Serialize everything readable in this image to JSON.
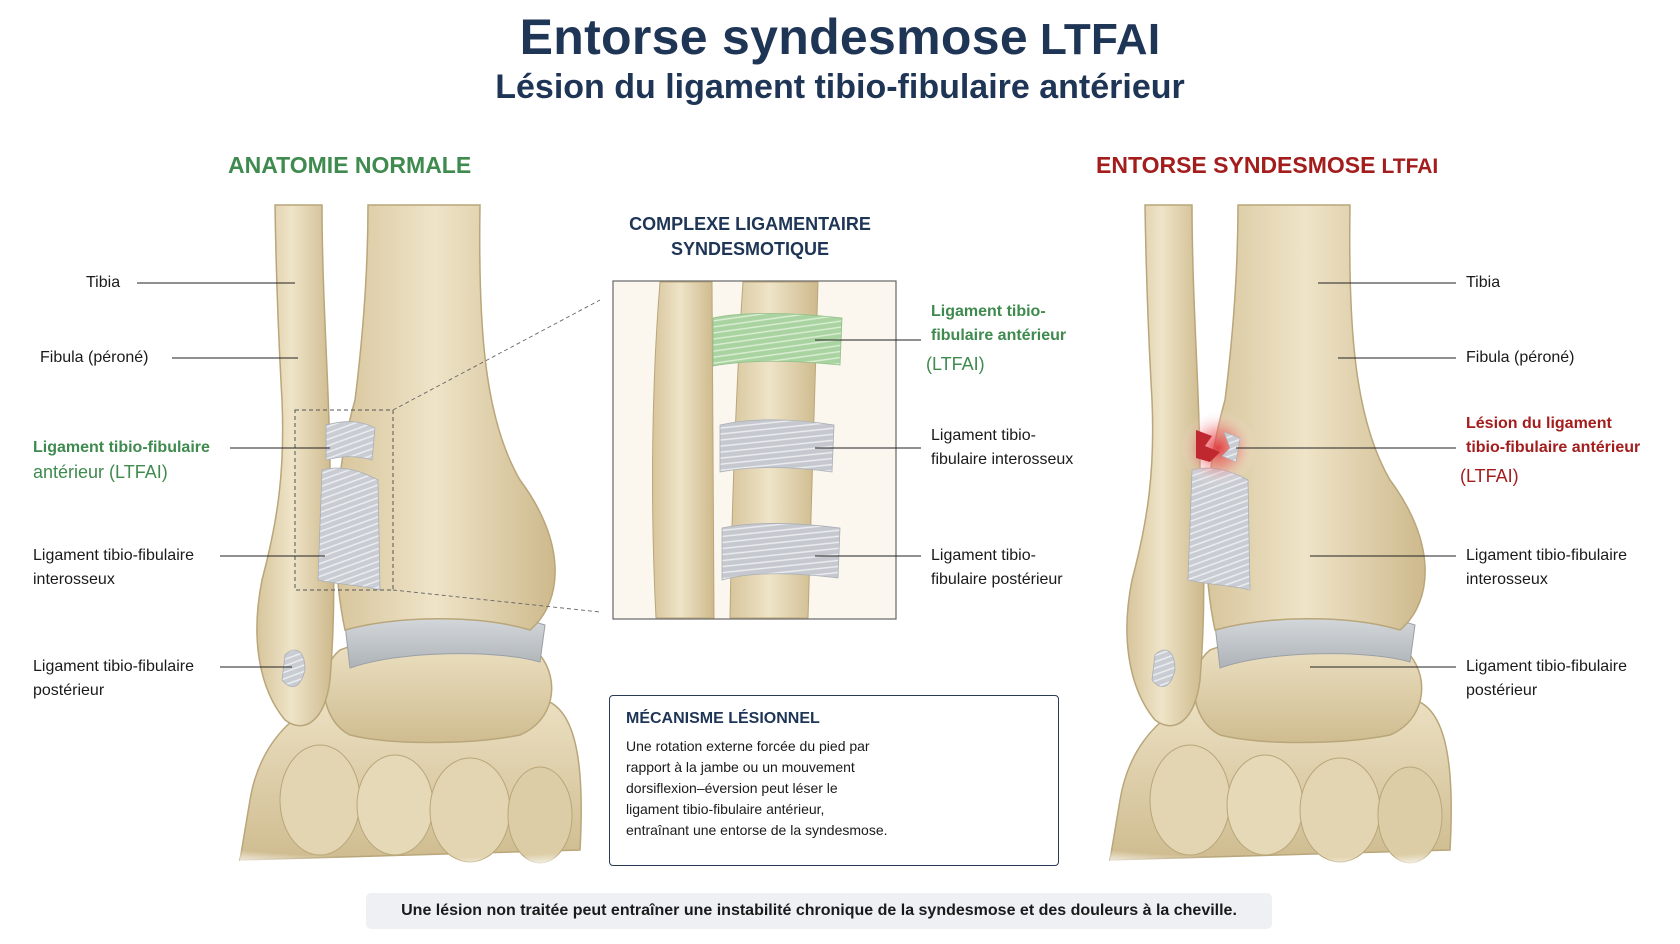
{
  "header": {
    "title": "Entorse syndesmose",
    "title_tag": "LTFAI",
    "subtitle": "Lésion du ligament tibio-fibulaire antérieur"
  },
  "left_panel": {
    "title": "ANATOMIE NORMALE",
    "labels": {
      "tibia": "Tibia",
      "fibula": "Fibula (péroné)",
      "ltfa_line1": "Ligament tibio-fibulaire",
      "ltfa_line2": "antérieur (LTFAI)",
      "inter_line1": "Ligament tibio-fibulaire",
      "inter_line2": "interosseux",
      "post_line1": "Ligament tibio-fibulaire",
      "post_line2": "postérieur"
    }
  },
  "inset": {
    "title_line1": "COMPLEXE LIGAMENTAIRE",
    "title_line2": "SYNDESMOTIQUE",
    "labels": {
      "ltfa_line1": "Ligament tibio-",
      "ltfa_line2": "fibulaire antérieur",
      "ltfa_line3": "(LTFAI)",
      "inter_line1": "Ligament tibio-",
      "inter_line2": "fibulaire interosseux",
      "post_line1": "Ligament tibio-",
      "post_line2": "fibulaire postérieur"
    }
  },
  "right_panel": {
    "title": "ENTORSE SYNDESMOSE",
    "title_tag": "LTFAI",
    "labels": {
      "tibia": "Tibia",
      "fibula": "Fibula (péroné)",
      "lesion_line1": "Lésion du ligament",
      "lesion_line2": "tibio-fibulaire antérieur",
      "lesion_line3": "(LTFAI)",
      "inter_line1": "Ligament tibio-fibulaire",
      "inter_line2": "interosseux",
      "post_line1": "Ligament tibio-fibulaire",
      "post_line2": "postérieur"
    }
  },
  "mechanism": {
    "title": "MÉCANISME LÉSIONNEL",
    "lines": [
      "Une rotation externe forcée du pied par",
      "rapport à la jambe ou un mouvement",
      "dorsiflexion–éversion peut léser le",
      "ligament tibio-fibulaire antérieur,",
      "entraînant une entorse de la syndesmose."
    ]
  },
  "footer": {
    "text": "Une lésion non traitée peut entraîner une instabilité chronique de la syndesmose et des douleurs à la cheville."
  },
  "colors": {
    "title_navy": "#1e3556",
    "normal_green": "#3f8a4e",
    "lesion_red": "#a31d1d",
    "bone": "#e8dcbc",
    "bone_shadow": "#c9b88f",
    "ligament_gray": "#c7cbd1",
    "ligament_green": "#a9d3a0"
  }
}
